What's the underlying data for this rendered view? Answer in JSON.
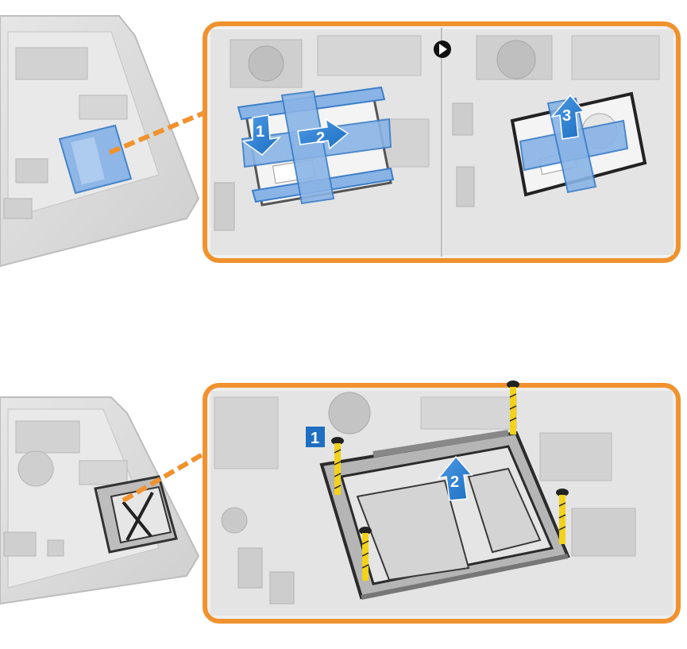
{
  "callouts": {
    "top": {
      "step1": "1",
      "step2": "2",
      "step3": "3"
    },
    "bottom": {
      "step1": "1",
      "step2": "2"
    }
  },
  "colors": {
    "frame": "#f0922e",
    "callout_blue": "#1e6fc2",
    "bracket_blue": "#8ab4e6",
    "screw_yellow": "#f2d21a",
    "chassis_gray": "#d9d9d9",
    "background": "#ffffff"
  },
  "icons": [
    "play-arrow-icon",
    "up-arrow-icon",
    "right-arrow-icon",
    "down-arrow-icon",
    "screw-icon"
  ]
}
